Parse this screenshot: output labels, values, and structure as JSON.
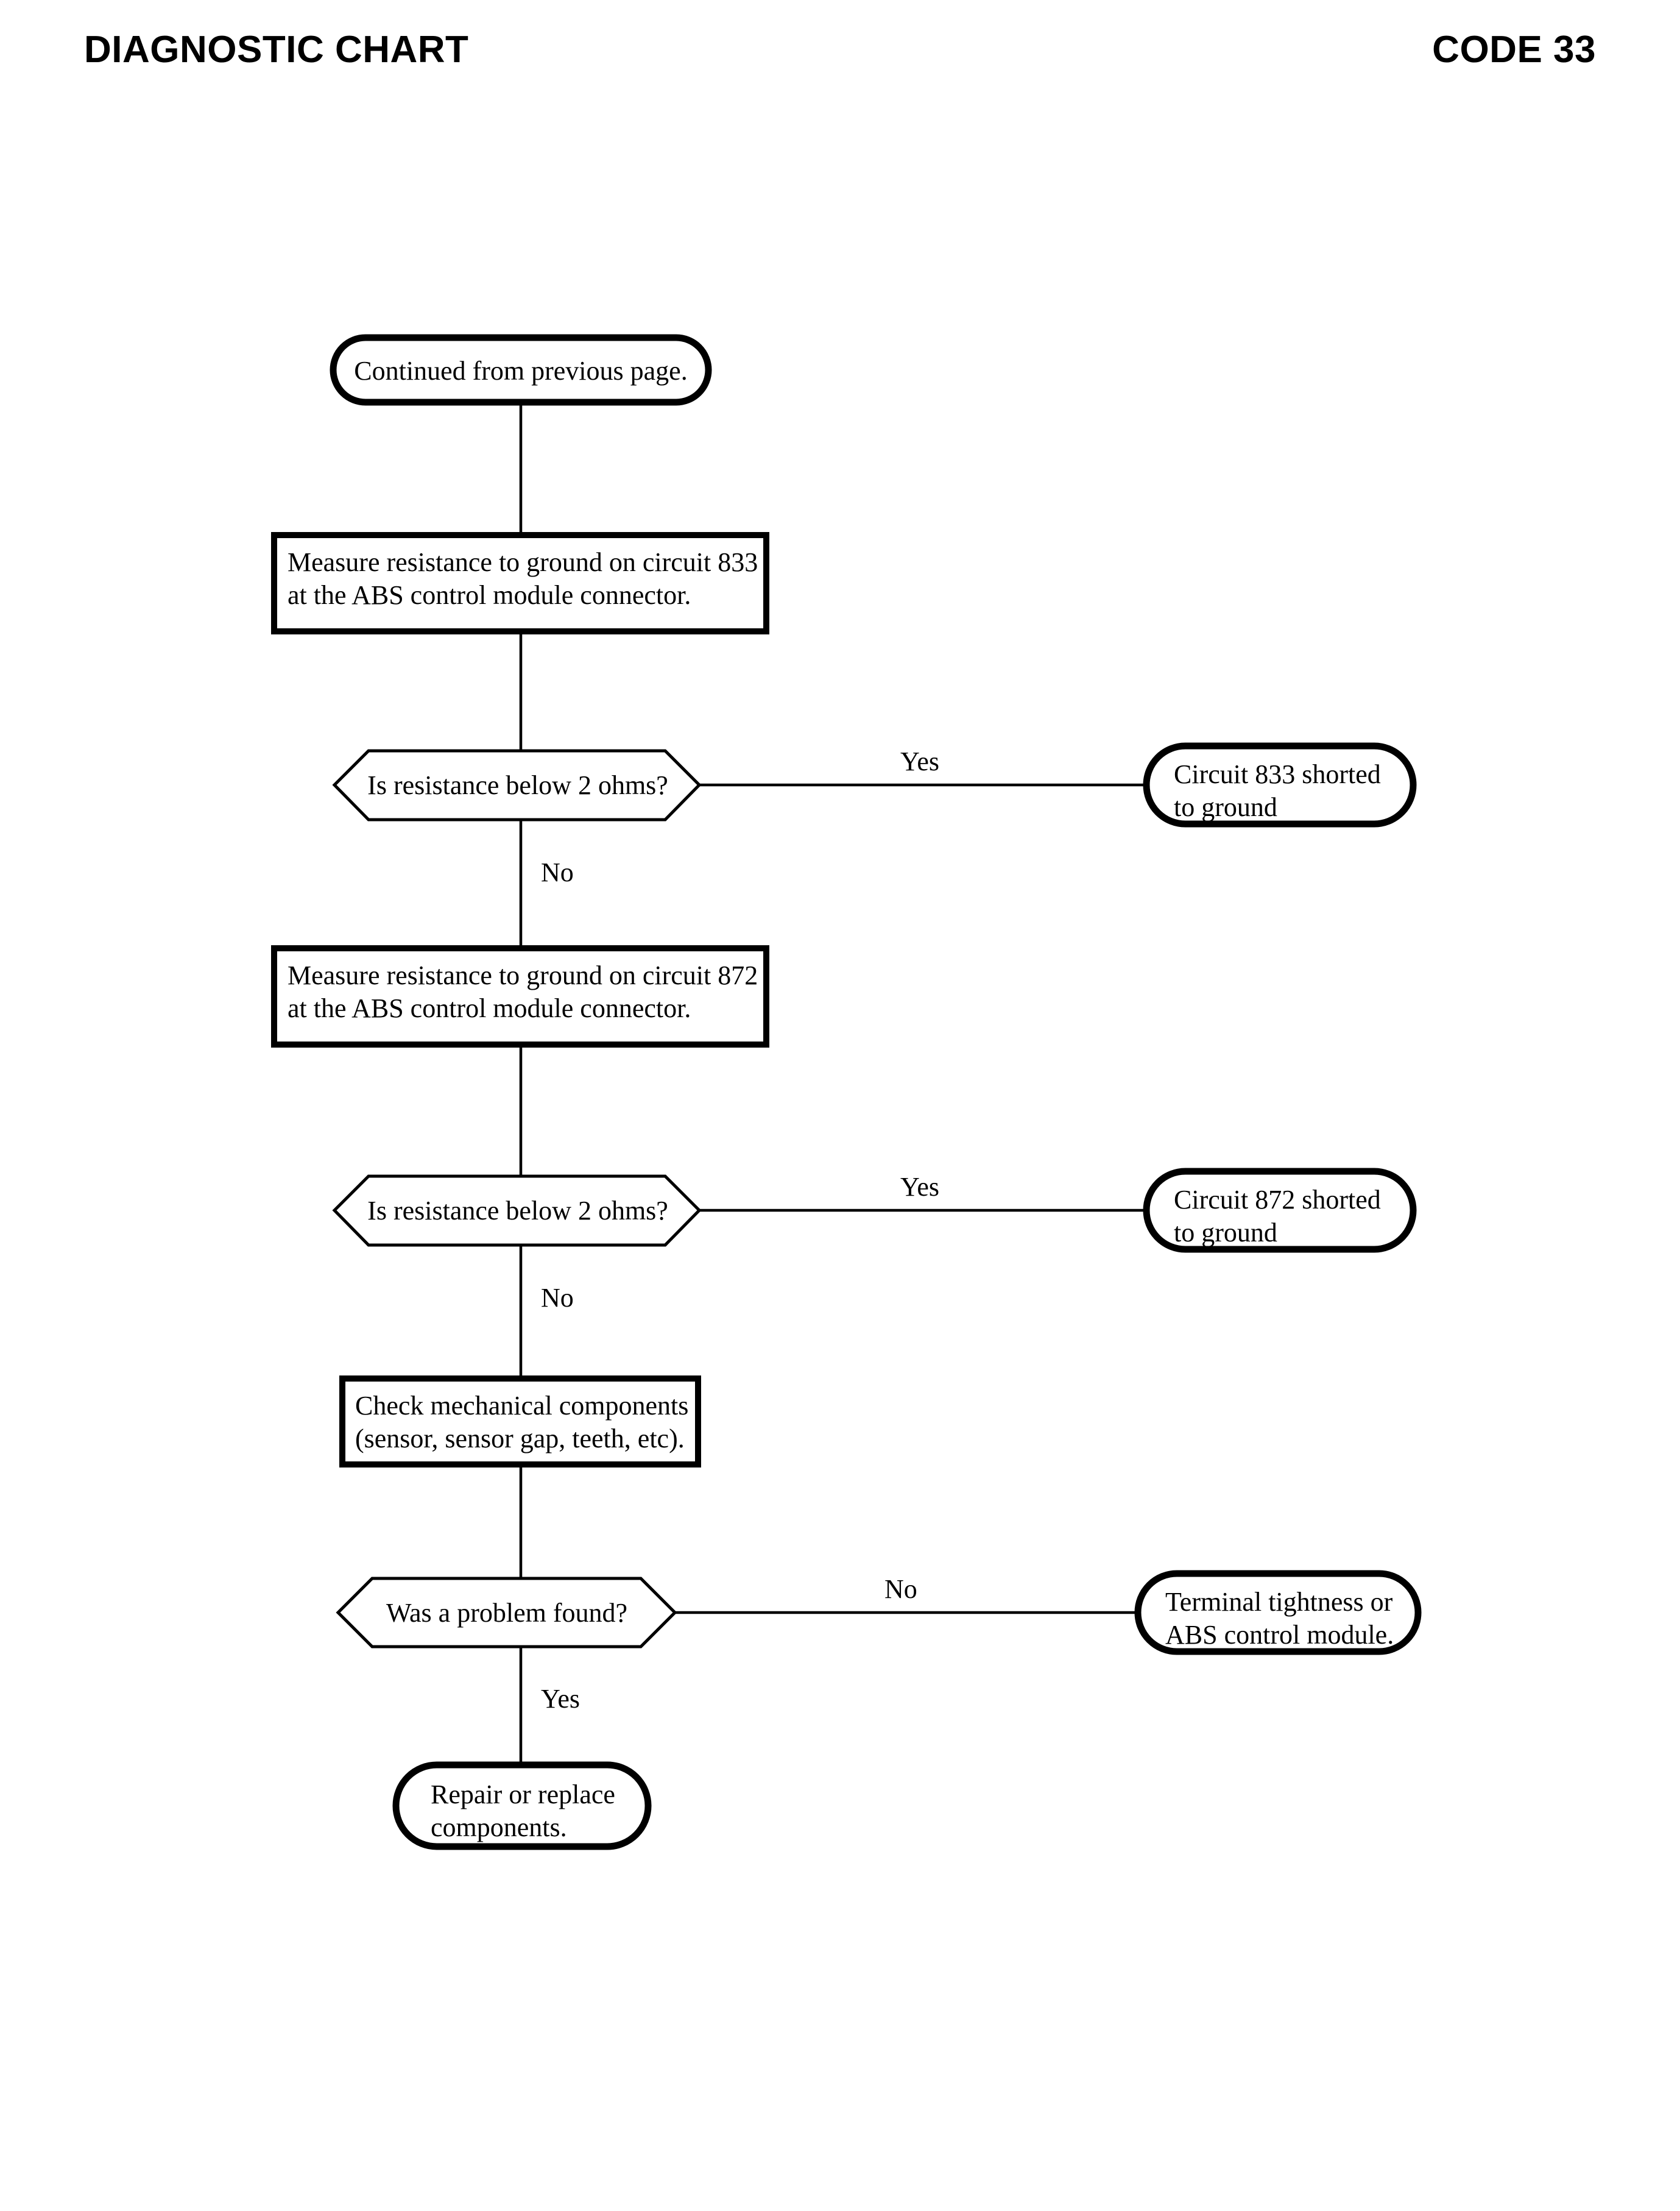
{
  "header": {
    "title": "DIAGNOSTIC CHART",
    "code": "CODE 33"
  },
  "chart_data": {
    "type": "diagram",
    "diagram_type": "flowchart",
    "title": "DIAGNOSTIC CHART",
    "code": "CODE 33",
    "orientation": "top-to-bottom",
    "nodes": [
      {
        "id": "n1",
        "shape": "terminator",
        "text": "Continued from previous page."
      },
      {
        "id": "n2",
        "shape": "process",
        "text": "Measure resistance to ground on circuit 833\nat the ABS control module connector."
      },
      {
        "id": "n3",
        "shape": "decision",
        "text": "Is resistance below 2 ohms?"
      },
      {
        "id": "n4",
        "shape": "terminator",
        "text": "Circuit 833 shorted\nto ground"
      },
      {
        "id": "n5",
        "shape": "process",
        "text": "Measure resistance to ground on circuit 872\nat the ABS control module connector."
      },
      {
        "id": "n6",
        "shape": "decision",
        "text": "Is resistance below 2 ohms?"
      },
      {
        "id": "n7",
        "shape": "terminator",
        "text": "Circuit 872 shorted\nto ground"
      },
      {
        "id": "n8",
        "shape": "process",
        "text": "Check mechanical components\n(sensor, sensor gap, teeth, etc)."
      },
      {
        "id": "n9",
        "shape": "decision",
        "text": "Was a problem found?"
      },
      {
        "id": "n10",
        "shape": "terminator",
        "text": "Terminal tightness or\nABS control module."
      },
      {
        "id": "n11",
        "shape": "terminator",
        "text": "Repair or replace\ncomponents."
      }
    ],
    "edges": [
      {
        "from": "n1",
        "to": "n2",
        "label": ""
      },
      {
        "from": "n2",
        "to": "n3",
        "label": ""
      },
      {
        "from": "n3",
        "to": "n4",
        "label": "Yes"
      },
      {
        "from": "n3",
        "to": "n5",
        "label": "No"
      },
      {
        "from": "n5",
        "to": "n6",
        "label": ""
      },
      {
        "from": "n6",
        "to": "n7",
        "label": "Yes"
      },
      {
        "from": "n6",
        "to": "n8",
        "label": "No"
      },
      {
        "from": "n8",
        "to": "n9",
        "label": ""
      },
      {
        "from": "n9",
        "to": "n10",
        "label": "No"
      },
      {
        "from": "n9",
        "to": "n11",
        "label": "Yes"
      }
    ]
  },
  "nodes": {
    "continued": "Continued from previous page.",
    "measure833": "Measure resistance to ground on circuit 833\nat the ABS control module connector.",
    "decision833": "Is resistance below 2 ohms?",
    "short833": "Circuit 833 shorted\nto ground",
    "measure872": "Measure resistance to ground on circuit 872\nat the ABS control module connector.",
    "decision872": "Is resistance below 2 ohms?",
    "short872": "Circuit 872 shorted\nto ground",
    "checkmech": "Check mechanical components\n(sensor, sensor gap, teeth, etc).",
    "problemfound": "Was a problem found?",
    "terminal": "Terminal tightness or\nABS control module.",
    "repair": "Repair or replace\ncomponents."
  },
  "labels": {
    "yes1": "Yes",
    "no1": "No",
    "yes2": "Yes",
    "no2": "No",
    "no3": "No",
    "yes3": "Yes"
  },
  "colors": {
    "ink": "#000000",
    "paper": "#ffffff"
  }
}
